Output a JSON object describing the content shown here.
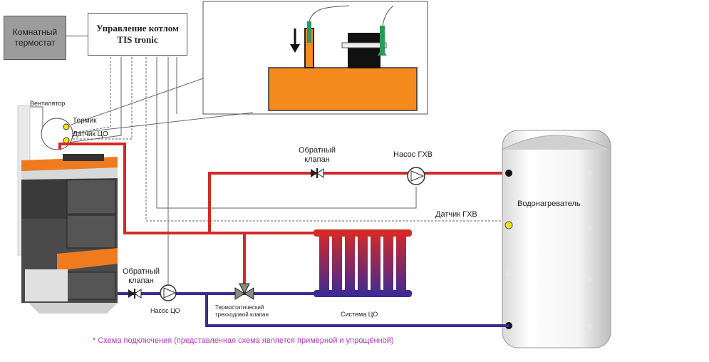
{
  "room_thermostat": "Комнатный термостат",
  "controller": {
    "line1": "Управление котлом",
    "line2": "TIS tronic"
  },
  "labels": {
    "fan": "Вентилятор",
    "termik": "Термик",
    "co_sensor": "Датчик ЦО",
    "check_valve_top": "Обратный клапан",
    "dhw_pump": "Насос ГХВ",
    "dhw_sensor": "Датчик ГХВ",
    "water_heater": "Водонагреватель",
    "check_valve_bottom": "Обратный клапан",
    "co_pump": "Насос ЦО",
    "three_way_valve": "Термостатический трехходовой клапан",
    "co_system": "Система ЦО"
  },
  "footnote": "* Схема подключения (представленная схема является примерной и упрощённой)",
  "colors": {
    "supply": "#d42a26",
    "return": "#3d2a94",
    "boiler_orange": "#f07a1e",
    "boiler_gray": "#4a4a4a",
    "sensor_yellow": "#f4e21a",
    "footnote": "#b238b8"
  }
}
